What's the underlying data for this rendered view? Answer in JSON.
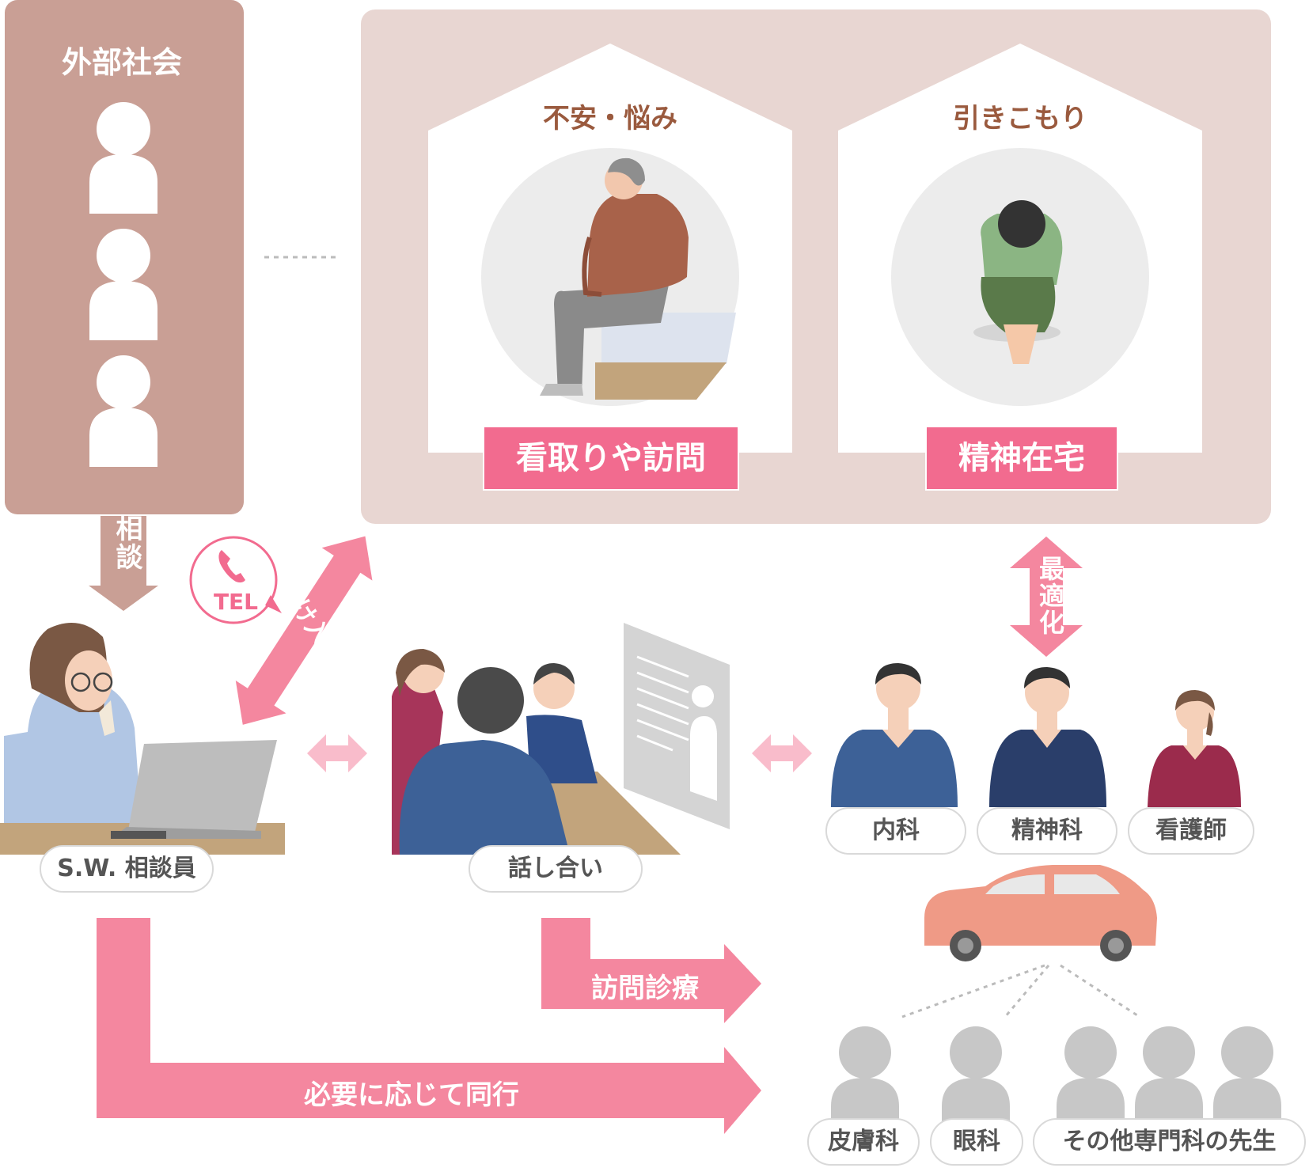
{
  "society": {
    "title": "外部社会"
  },
  "houses": [
    {
      "header": "不安・悩み",
      "service": "看取りや訪問"
    },
    {
      "header": "引きこもり",
      "service": "精神在宅"
    }
  ],
  "arrows": {
    "consult": "相談",
    "accept": "受け入れ",
    "optimize": "最適化",
    "home_visit": "訪問診療",
    "accompany": "必要に応じて同行"
  },
  "tel_label": "TEL",
  "roles": {
    "sw": "S.W. 相談員",
    "meeting": "話し合い",
    "internal_medicine": "内科",
    "psychiatry": "精神科",
    "nurse": "看護師",
    "dermatology": "皮膚科",
    "ophthalmology": "眼科",
    "other_specialists": "その他専門科の先生"
  },
  "colors": {
    "society_bg": "#c99f95",
    "houses_bg": "#e8d6d2",
    "accent_pink": "#f26b8f",
    "arrow_pink": "#f4879f",
    "light_pink": "#f9bccb",
    "header_brown": "#9a5a3e",
    "figure_gray": "#c7c7c7"
  },
  "icons": [
    "person-silhouette-icon",
    "phone-icon",
    "car-icon",
    "presentation-board-icon"
  ]
}
